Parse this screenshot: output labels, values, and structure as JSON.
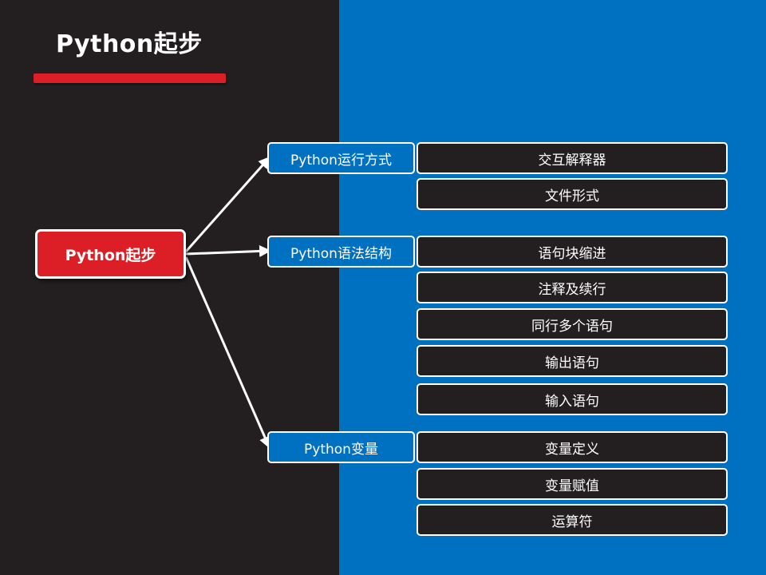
{
  "slide": {
    "title": "Python起步",
    "colors": {
      "left_bg": "#231f20",
      "right_bg": "#0070c0",
      "accent_red": "#dc1f26",
      "line": "#ffffff"
    }
  },
  "root": {
    "label": "Python起步"
  },
  "branches": [
    {
      "label": "Python运行方式",
      "items": [
        "交互解释器",
        "文件形式"
      ]
    },
    {
      "label": "Python语法结构",
      "items": [
        "语句块缩进",
        "注释及续行",
        "同行多个语句",
        "输出语句",
        "输入语句"
      ]
    },
    {
      "label": "Python变量",
      "items": [
        "变量定义",
        "变量赋值",
        "运算符"
      ]
    }
  ]
}
